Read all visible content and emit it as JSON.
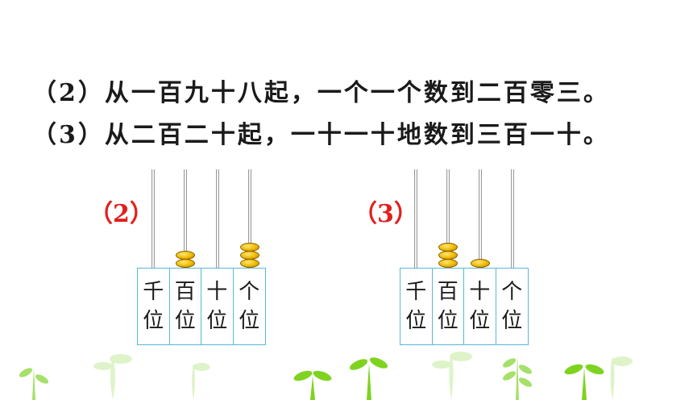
{
  "lines": {
    "item2": "（2）从一百九十八起，一个一个数到二百零三。",
    "item3": "（3）从二百二十起，一十一十地数到三百一十。"
  },
  "abacus_left": {
    "label": "（2）",
    "beads": [
      0,
      2,
      0,
      3
    ],
    "columns": [
      {
        "top": "千",
        "bottom": "位"
      },
      {
        "top": "百",
        "bottom": "位"
      },
      {
        "top": "十",
        "bottom": "位"
      },
      {
        "top": "个",
        "bottom": "位"
      }
    ]
  },
  "abacus_right": {
    "label": "（3）",
    "beads": [
      0,
      3,
      1,
      0
    ],
    "columns": [
      {
        "top": "千",
        "bottom": "位"
      },
      {
        "top": "百",
        "bottom": "位"
      },
      {
        "top": "十",
        "bottom": "位"
      },
      {
        "top": "个",
        "bottom": "位"
      }
    ]
  },
  "colors": {
    "label": "#e0201e",
    "bead": "#f0b800",
    "board_border": "#5ab7d8",
    "grass_light": "#d6f0b8",
    "grass_bright": "#7fd320"
  }
}
